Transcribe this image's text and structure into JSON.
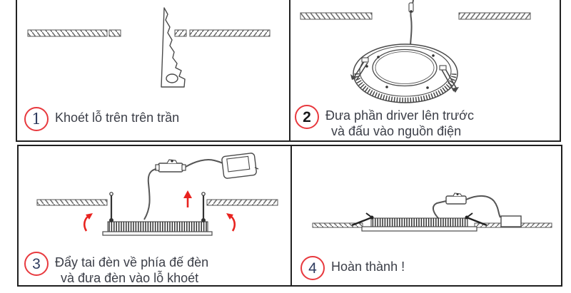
{
  "document": {
    "type": "installation-instructions",
    "language": "Vietnamese",
    "subject": "recessed LED panel downlight"
  },
  "colors": {
    "background": "#ffffff",
    "panel_border": "#222222",
    "step_circle_red": "#e8393e",
    "step_number_navy": "#2e3b5e",
    "step_number_black": "#17181a",
    "caption_text": "#3b3e47",
    "drawing_line": "#4a4a4a",
    "arrow_red": "#e8231f"
  },
  "panels": [
    {
      "step_number": "1",
      "caption_lines": [
        "Khoét lỗ trên trên trần"
      ]
    },
    {
      "step_number": "2",
      "caption_lines": [
        "Đưa phần driver lên trước",
        "và đấu vào nguồn điện"
      ]
    },
    {
      "step_number": "3",
      "caption_lines": [
        "Đẩy tai đèn về phía đế đèn",
        "và đưa đèn vào lỗ khoét"
      ]
    },
    {
      "step_number": "4",
      "caption_lines": [
        "Hoàn thành !"
      ]
    }
  ]
}
